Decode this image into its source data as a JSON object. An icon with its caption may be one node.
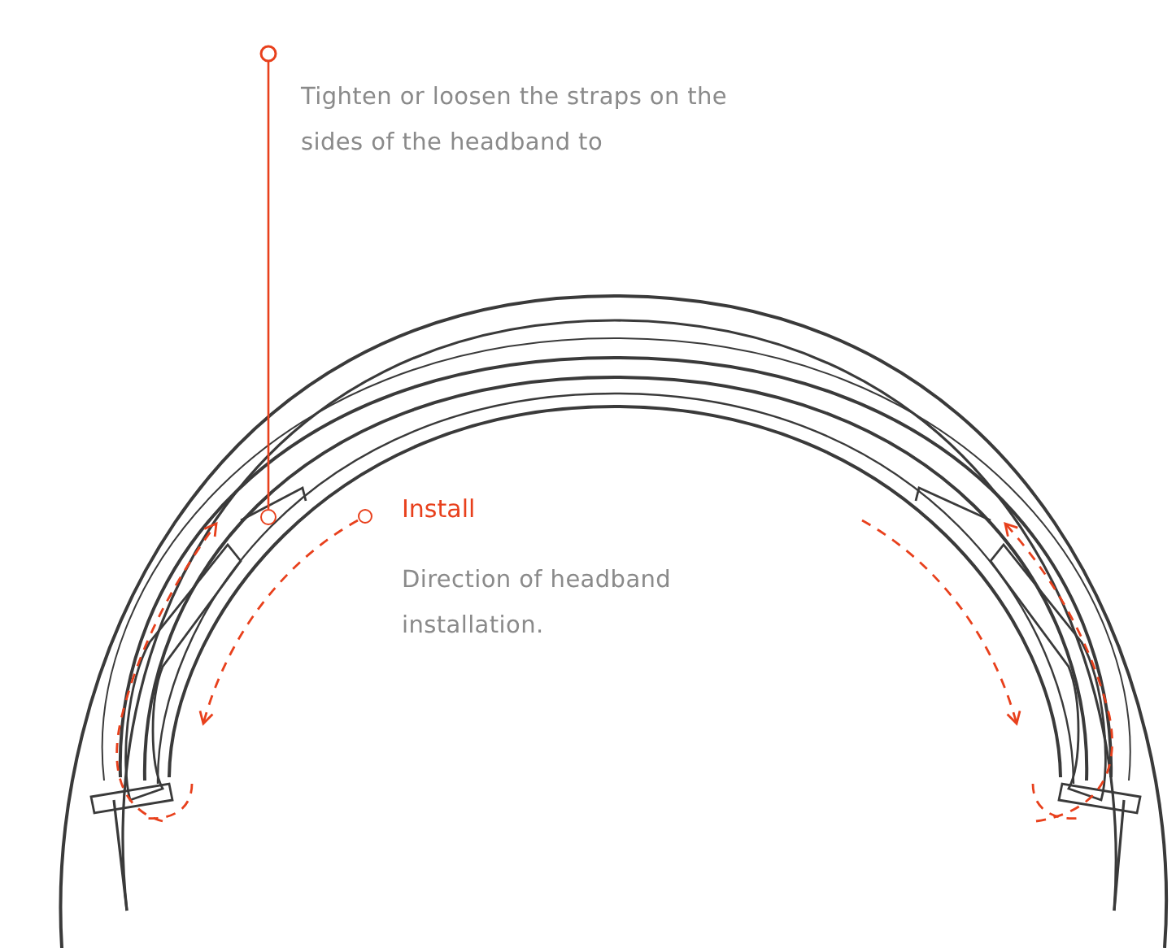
{
  "diagram": {
    "nodes": [
      {
        "text": [
          "Tighten or loosen the straps on the sides of the headband to"
        ]
      },
      {
        "text": [],
        "shape": "circle"
      },
      {
        "text": [
          "Install",
          "Direction of headband installation."
        ]
      }
    ],
    "edges": [
      {
        "from": 0,
        "to": 1,
        "arrow": "other"
      }
    ]
  }
}
